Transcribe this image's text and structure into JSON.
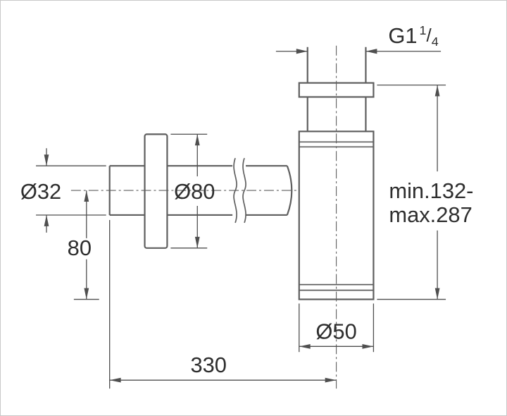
{
  "figure": "bottle-trap-dimension-drawing",
  "labels": {
    "thread": {
      "base": "G1",
      "numerator": "1",
      "slash": "/",
      "denominator": "4"
    },
    "pipe_diameter": "Ø32",
    "rosette_diameter": "Ø80",
    "axis_to_bottom": "80",
    "height_range_line1": "min.132-",
    "height_range_line2": "max.287",
    "body_diameter": "Ø50",
    "overall_length": "330"
  },
  "colors": {
    "background": "#ffffff",
    "border": "#c9c9c9",
    "object_line": "#5e5e5e",
    "dimension_line": "#4f4f4f",
    "text": "#2e2e2e"
  }
}
